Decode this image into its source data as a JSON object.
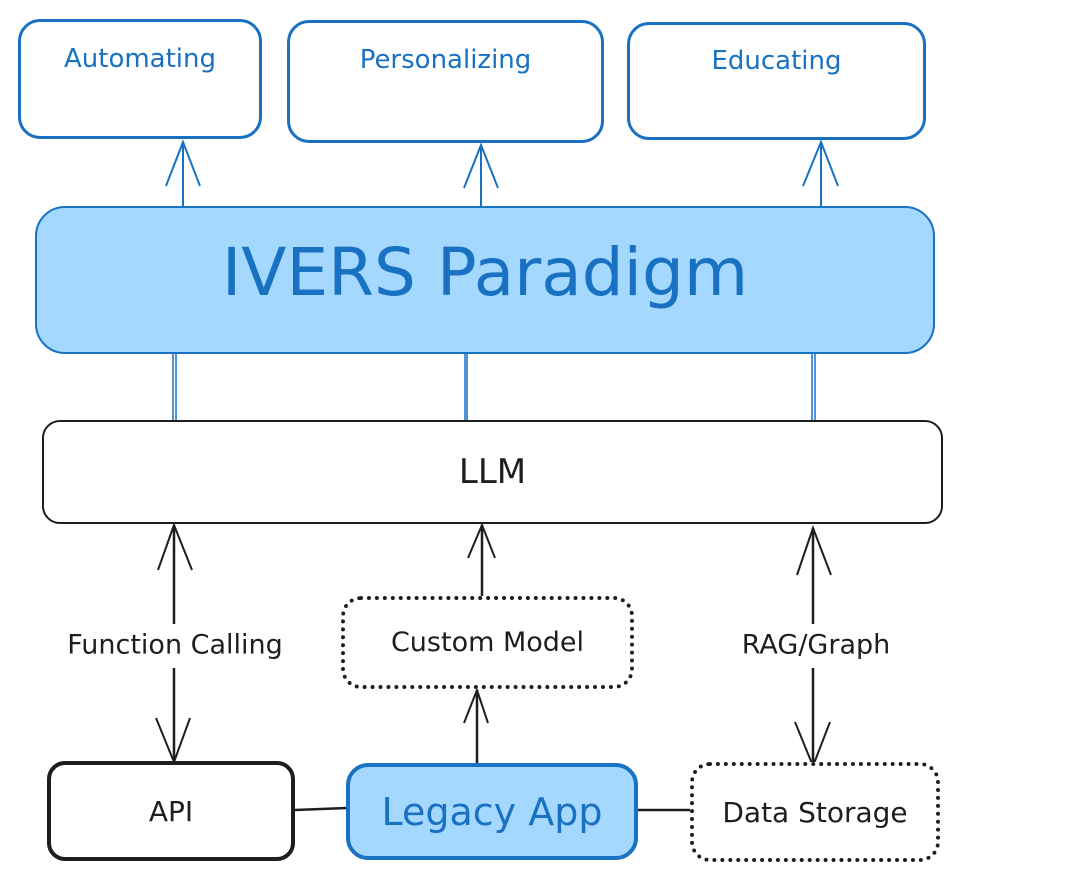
{
  "diagram": {
    "outcomes": [
      {
        "label": "Automating"
      },
      {
        "label": "Personalizing"
      },
      {
        "label": "Educating"
      }
    ],
    "paradigm": {
      "label": "IVERS Paradigm"
    },
    "llm": {
      "label": "LLM"
    },
    "middle": {
      "function_calling_label": "Function Calling",
      "custom_model_label": "Custom Model",
      "rag_graph_label": "RAG/Graph"
    },
    "bottom": {
      "api_label": "API",
      "legacy_app_label": "Legacy App",
      "data_storage_label": "Data Storage"
    },
    "colors": {
      "accent_stroke": "#1971c2",
      "accent_fill": "#a5d8ff",
      "ink": "#1e1e1e"
    }
  }
}
